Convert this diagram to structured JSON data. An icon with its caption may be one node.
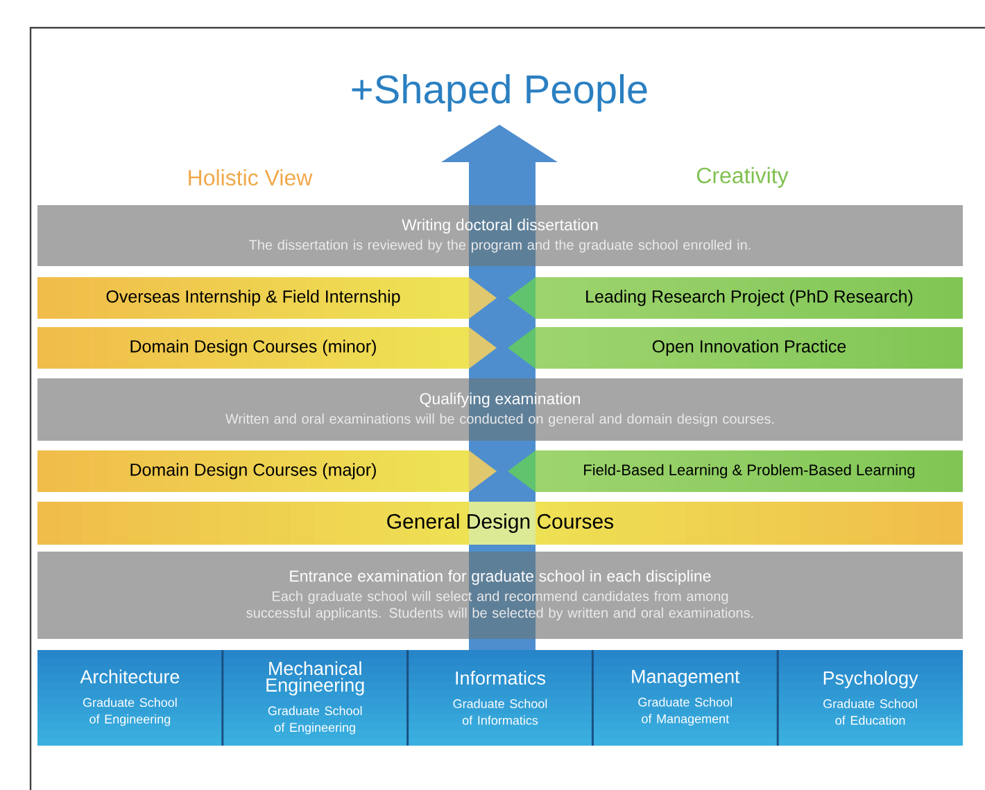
{
  "diagram": {
    "title": "+Shaped People",
    "nodes": [
      {
        "text": [
          "Writing doctoral dissertation",
          "The dissertation is reviewed by the program and the graduate school enrolled in."
        ]
      },
      {
        "text": [
          "Overseas Internship & Field Internship"
        ]
      },
      {
        "text": [
          "Leading Research Project (PhD Research)"
        ]
      },
      {
        "text": [
          "Domain Design Courses (minor)"
        ]
      },
      {
        "text": [
          "Open Innovation Practice"
        ]
      },
      {
        "text": [
          "Qualifying examination",
          "Written and oral examinations will be conducted on general and domain design courses."
        ]
      },
      {
        "text": [
          "Domain Design Courses (major)"
        ]
      },
      {
        "text": [
          "Field-Based Learning & Problem-Based Learning"
        ]
      },
      {
        "text": [
          "General Design Courses"
        ]
      },
      {
        "text": [
          "Entrance examination for graduate school in each discipline",
          "Each graduate school will select and recommend candidates from among successful applicants. Students will be selected by written and oral examinations."
        ]
      },
      {
        "text": [
          "Architecture",
          "Graduate School of Engineering"
        ]
      },
      {
        "text": [
          "Mechanical Engineering",
          "Graduate School of Engineering"
        ]
      },
      {
        "text": [
          "Informatics",
          "Graduate School of Informatics"
        ]
      },
      {
        "text": [
          "Management",
          "Graduate School of Management"
        ]
      },
      {
        "text": [
          "Psychology",
          "Graduate School of Education"
        ]
      }
    ],
    "labels": [
      "Holistic View",
      "Creativity"
    ]
  }
}
